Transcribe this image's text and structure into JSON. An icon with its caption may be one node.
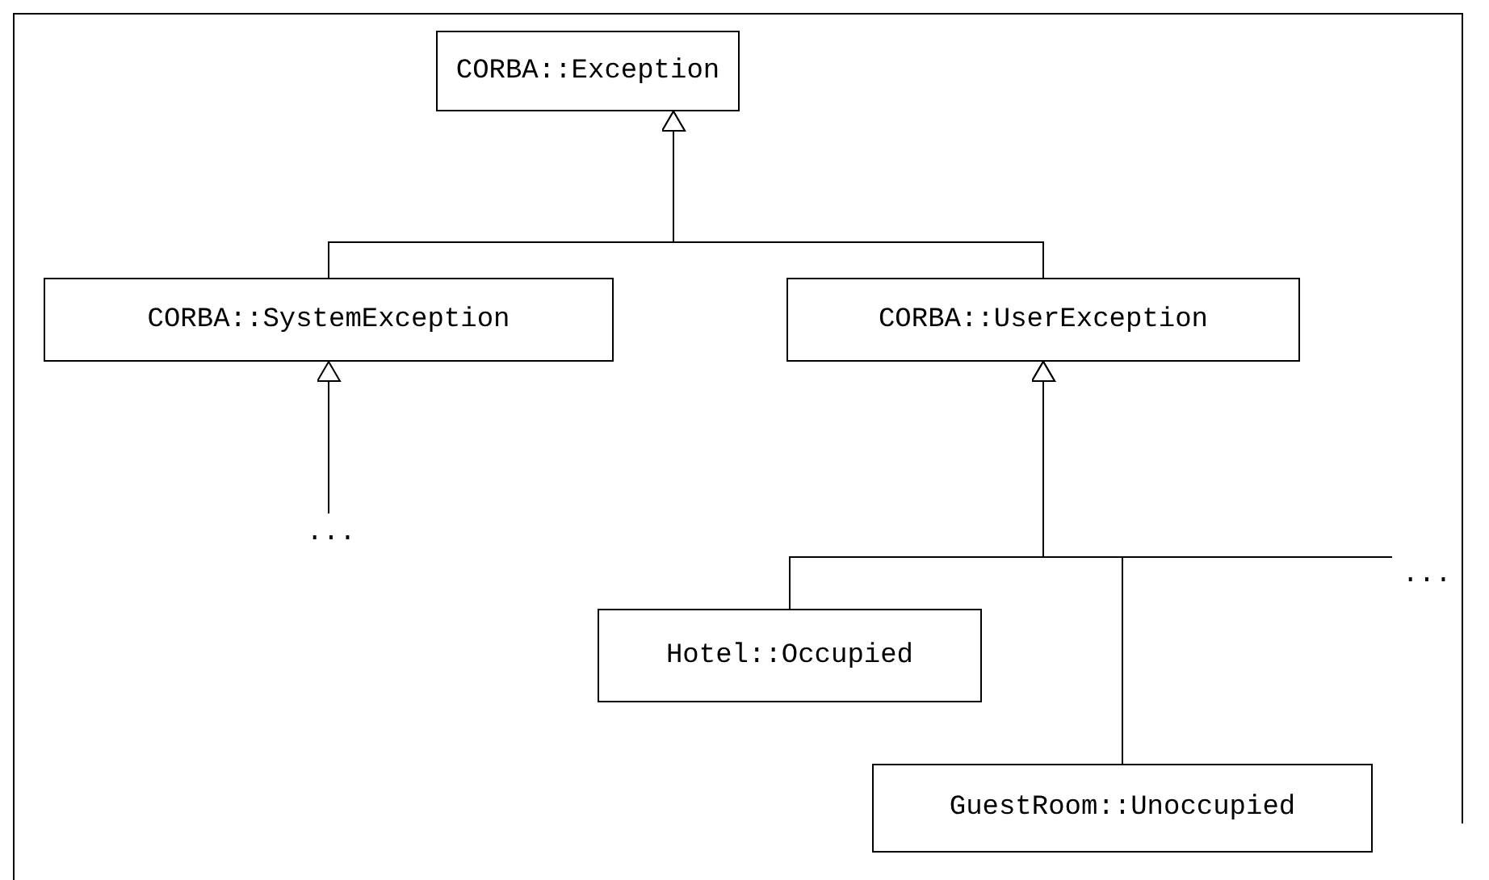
{
  "diagram": {
    "nodes": [
      {
        "text": [
          "CORBA::Exception"
        ]
      },
      {
        "text": [
          "CORBA::SystemException"
        ]
      },
      {
        "text": [
          "CORBA::UserException"
        ]
      },
      {
        "text": [
          "..."
        ]
      },
      {
        "text": [
          "Hotel::Occupied"
        ]
      },
      {
        "text": [
          "GuestRoom::Unoccupied"
        ]
      },
      {
        "text": [
          "..."
        ]
      }
    ],
    "edges": [
      {
        "from": 1,
        "to": 0,
        "arrow": "to"
      },
      {
        "from": 2,
        "to": 0,
        "arrow": "to"
      },
      {
        "from": 3,
        "to": 1,
        "arrow": "to"
      },
      {
        "from": 4,
        "to": 2,
        "arrow": "to"
      },
      {
        "from": 5,
        "to": 2,
        "arrow": "to"
      },
      {
        "from": 6,
        "to": 2,
        "arrow": "to"
      }
    ]
  }
}
